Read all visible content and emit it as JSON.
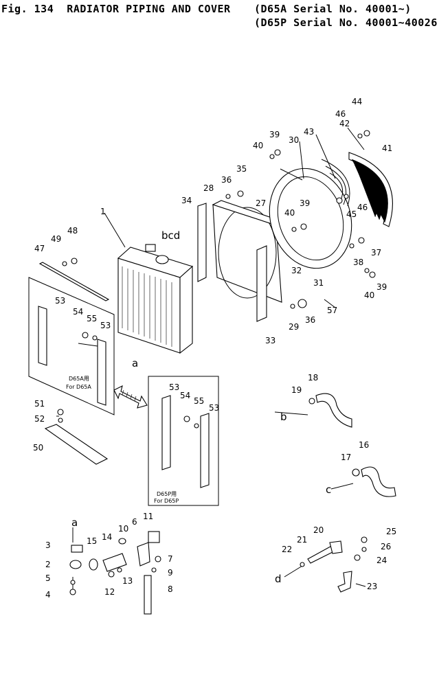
{
  "header": {
    "fig_title": "Fig. 134  RADIATOR PIPING AND COVER",
    "serial_a": "(D65A Serial No. 40001~)",
    "serial_p": "(D65P Serial No. 40001~40026)"
  },
  "sub_panels": {
    "d65a_label": "D65A用",
    "d65a_for": "For D65A",
    "d65p_label": "D65P用",
    "d65p_for": "For D65P"
  },
  "connection_letters": {
    "a_top": "a",
    "a_bottom": "a",
    "b": "b",
    "c": "c",
    "d": "d",
    "bcd": "bcd"
  },
  "callouts": [
    {
      "id": "p1",
      "text": "1"
    },
    {
      "id": "p2",
      "text": "2"
    },
    {
      "id": "p3",
      "text": "3"
    },
    {
      "id": "p4",
      "text": "4"
    },
    {
      "id": "p5",
      "text": "5"
    },
    {
      "id": "p6",
      "text": "6"
    },
    {
      "id": "p7",
      "text": "7"
    },
    {
      "id": "p8",
      "text": "8"
    },
    {
      "id": "p9",
      "text": "9"
    },
    {
      "id": "p10",
      "text": "10"
    },
    {
      "id": "p11",
      "text": "11"
    },
    {
      "id": "p12",
      "text": "12"
    },
    {
      "id": "p13",
      "text": "13"
    },
    {
      "id": "p14",
      "text": "14"
    },
    {
      "id": "p15",
      "text": "15"
    },
    {
      "id": "p16",
      "text": "16"
    },
    {
      "id": "p17",
      "text": "17"
    },
    {
      "id": "p18",
      "text": "18"
    },
    {
      "id": "p19",
      "text": "19"
    },
    {
      "id": "p20",
      "text": "20"
    },
    {
      "id": "p21",
      "text": "21"
    },
    {
      "id": "p22",
      "text": "22"
    },
    {
      "id": "p23",
      "text": "23"
    },
    {
      "id": "p24",
      "text": "24"
    },
    {
      "id": "p25",
      "text": "25"
    },
    {
      "id": "p26",
      "text": "26"
    },
    {
      "id": "p27",
      "text": "27"
    },
    {
      "id": "p28",
      "text": "28"
    },
    {
      "id": "p29",
      "text": "29"
    },
    {
      "id": "p30",
      "text": "30"
    },
    {
      "id": "p31",
      "text": "31"
    },
    {
      "id": "p32",
      "text": "32"
    },
    {
      "id": "p33",
      "text": "33"
    },
    {
      "id": "p34",
      "text": "34"
    },
    {
      "id": "p35",
      "text": "35"
    },
    {
      "id": "p36a",
      "text": "36"
    },
    {
      "id": "p36b",
      "text": "36"
    },
    {
      "id": "p37",
      "text": "37"
    },
    {
      "id": "p38",
      "text": "38"
    },
    {
      "id": "p39a",
      "text": "39"
    },
    {
      "id": "p39b",
      "text": "39"
    },
    {
      "id": "p39c",
      "text": "39"
    },
    {
      "id": "p40a",
      "text": "40"
    },
    {
      "id": "p40b",
      "text": "40"
    },
    {
      "id": "p40c",
      "text": "40"
    },
    {
      "id": "p41",
      "text": "41"
    },
    {
      "id": "p42",
      "text": "42"
    },
    {
      "id": "p43",
      "text": "43"
    },
    {
      "id": "p44",
      "text": "44"
    },
    {
      "id": "p45",
      "text": "45"
    },
    {
      "id": "p46a",
      "text": "46"
    },
    {
      "id": "p46b",
      "text": "46"
    },
    {
      "id": "p47",
      "text": "47"
    },
    {
      "id": "p48",
      "text": "48"
    },
    {
      "id": "p49",
      "text": "49"
    },
    {
      "id": "p50",
      "text": "50"
    },
    {
      "id": "p51",
      "text": "51"
    },
    {
      "id": "p52",
      "text": "52"
    },
    {
      "id": "p53a",
      "text": "53"
    },
    {
      "id": "p53b",
      "text": "53"
    },
    {
      "id": "p53c",
      "text": "53"
    },
    {
      "id": "p53d",
      "text": "53"
    },
    {
      "id": "p54a",
      "text": "54"
    },
    {
      "id": "p54b",
      "text": "54"
    },
    {
      "id": "p55a",
      "text": "55"
    },
    {
      "id": "p55b",
      "text": "55"
    },
    {
      "id": "p57",
      "text": "57"
    }
  ]
}
